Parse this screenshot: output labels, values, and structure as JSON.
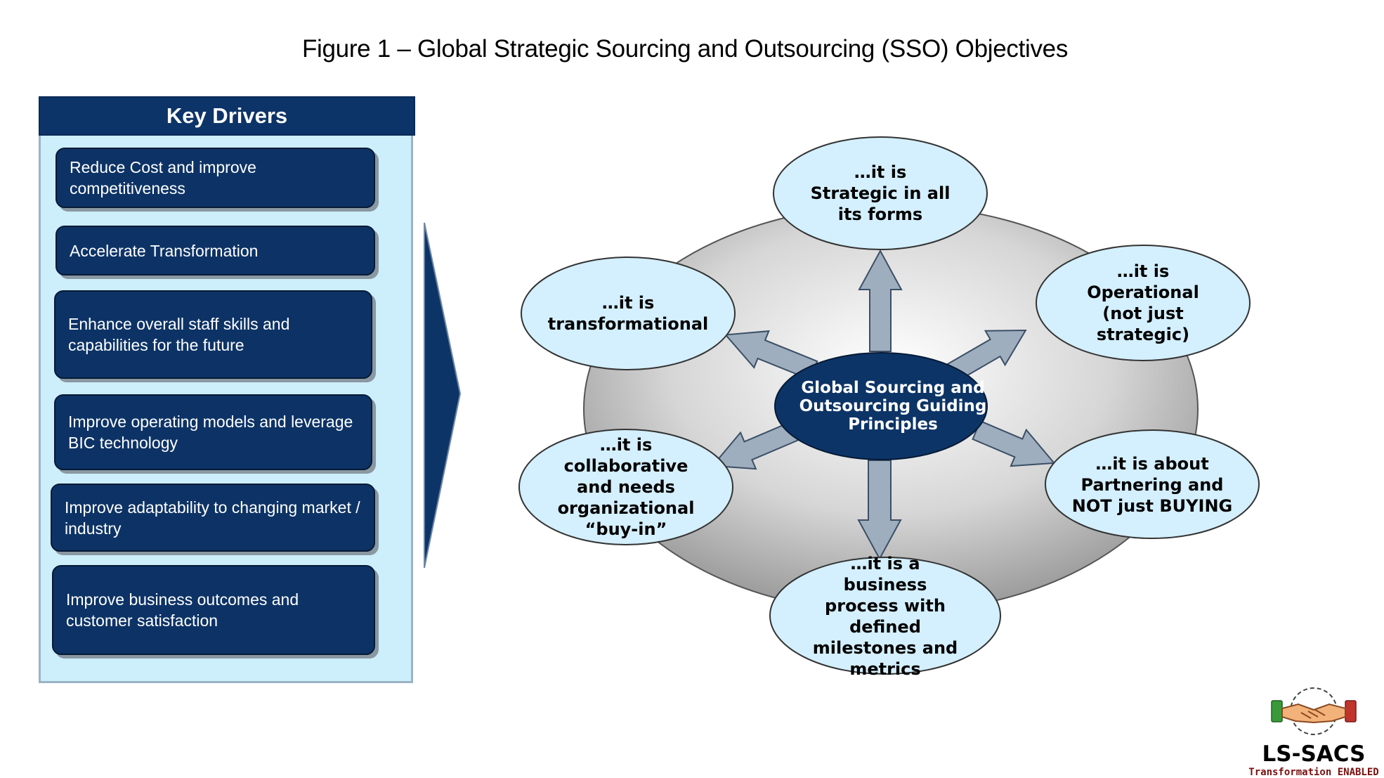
{
  "title": "Figure 1 – Global Strategic Sourcing and Outsourcing (SSO) Objectives",
  "key_drivers": {
    "header": "Key Drivers",
    "items": [
      {
        "label": "Reduce Cost and improve competitiveness"
      },
      {
        "label": "Accelerate Transformation"
      },
      {
        "label": "Enhance overall staff skills and capabilities for the future"
      },
      {
        "label": "Improve operating models and leverage BIC technology"
      },
      {
        "label": "Improve adaptability to changing market / industry"
      },
      {
        "label": "Improve business outcomes and customer satisfaction"
      }
    ]
  },
  "center": {
    "label": "Global Sourcing and Outsourcing Guiding Principles"
  },
  "principles": [
    {
      "label": "…it is Strategic in all its forms"
    },
    {
      "label": "…it is Operational (not just strategic)"
    },
    {
      "label": "…it is about Partnering and NOT just BUYING"
    },
    {
      "label": "…it is a business process with defined milestones and metrics"
    },
    {
      "label": "…it is collaborative and needs organizational “buy-in”"
    },
    {
      "label": "…it is transformational"
    }
  ],
  "logo": {
    "name": "LS-SACS",
    "tagline": "Transformation ENABLED"
  },
  "colors": {
    "navy": "#0d3366",
    "panel_background": "#cdeefb",
    "bubble": "#d4effd",
    "arrow": "#9eaebe",
    "disc_gray": "#b3b3b3"
  }
}
